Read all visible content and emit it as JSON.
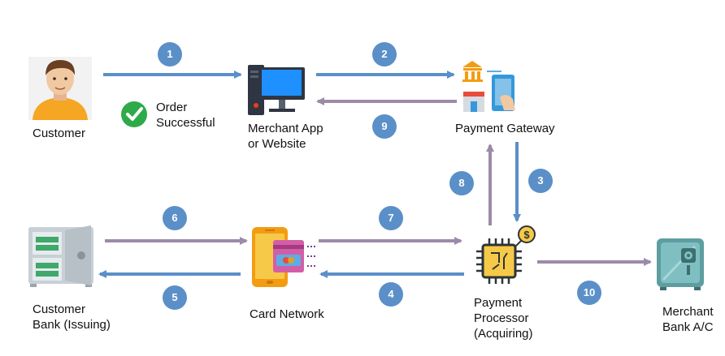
{
  "nodes": {
    "customer": "Customer",
    "order_status_line1": "Order",
    "order_status_line2": "Successful",
    "merchant_app_line1": "Merchant App",
    "merchant_app_line2": "or Website",
    "payment_gateway": "Payment Gateway",
    "customer_bank_line1": "Customer",
    "customer_bank_line2": "Bank (Issuing)",
    "card_network": "Card Network",
    "processor_line1": "Payment",
    "processor_line2": "Processor",
    "processor_line3": "(Acquiring)",
    "merchant_bank_line1": "Merchant",
    "merchant_bank_line2": "Bank A/C"
  },
  "steps": [
    "1",
    "2",
    "3",
    "4",
    "5",
    "6",
    "7",
    "8",
    "9",
    "10"
  ],
  "colors": {
    "blue_arrow": "#5b8fc8",
    "purple_arrow": "#9d8aa8",
    "badge": "#5b8fc8",
    "check": "#2eaa4a"
  },
  "icons": {
    "customer": "person-icon",
    "order_status": "checkmark-icon",
    "merchant_app": "computer-icon",
    "payment_gateway": "bank-phone-icon",
    "customer_bank": "vault-icon",
    "card_network": "card-phone-icon",
    "processor": "chip-dollar-icon",
    "merchant_bank": "safe-icon"
  }
}
